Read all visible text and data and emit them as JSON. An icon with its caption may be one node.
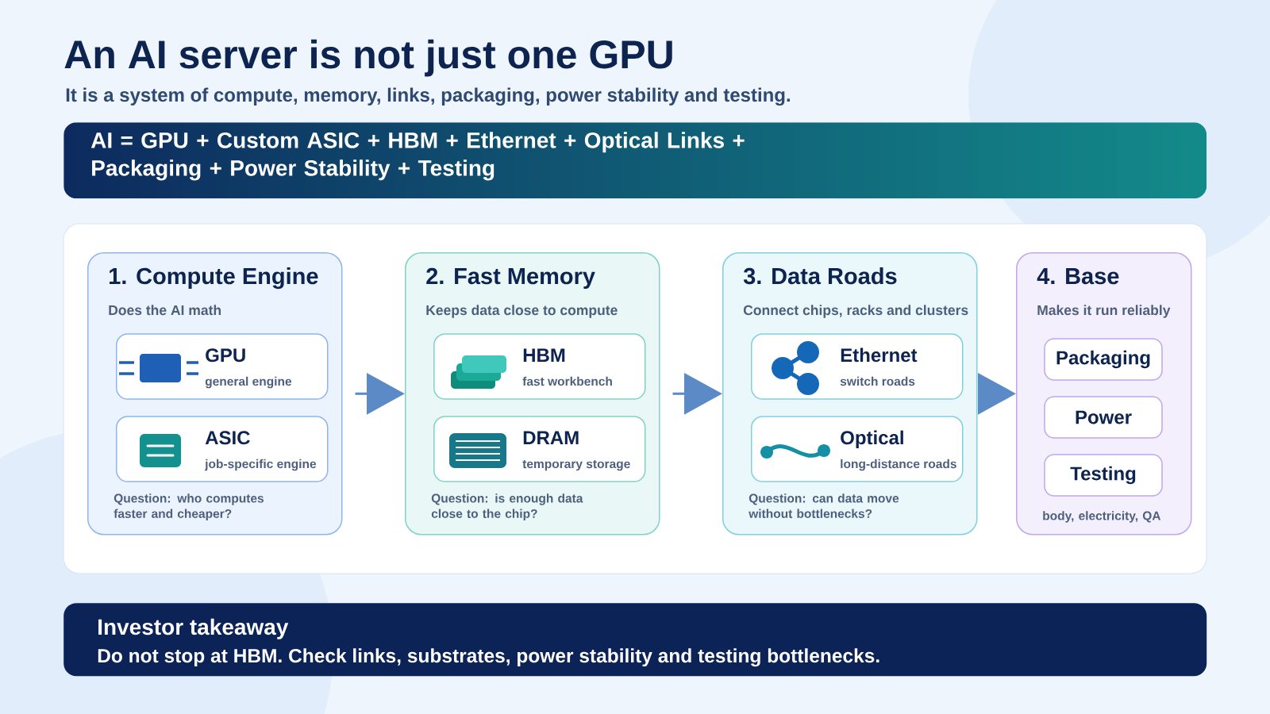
{
  "diagram": {
    "title": "An AI server is not just one GPU",
    "caption": "It is a system of compute, memory, links, packaging, power stability and testing.",
    "nodes": [
      {
        "text": [
          "AI = GPU + Custom ASIC + HBM + Ethernet + Optical Links + Packaging + Power Stability + Testing"
        ]
      },
      {
        "text": [
          "1. Compute Engine",
          "Does the AI math",
          "Question: who computes faster and cheaper?"
        ]
      },
      {
        "text": [
          "GPU",
          "general engine"
        ],
        "in": 1
      },
      {
        "text": [
          "ASIC",
          "job-specific engine"
        ],
        "in": 1
      },
      {
        "text": [
          "2. Fast Memory",
          "Keeps data close to compute",
          "Question: is enough data close to the chip?"
        ]
      },
      {
        "text": [
          "HBM",
          "fast workbench"
        ],
        "in": 4
      },
      {
        "text": [
          "DRAM",
          "temporary storage"
        ],
        "in": 4
      },
      {
        "text": [
          "3. Data Roads",
          "Connect chips, racks and clusters",
          "Question: can data move without bottlenecks?"
        ]
      },
      {
        "text": [
          "Ethernet",
          "switch roads"
        ],
        "in": 7
      },
      {
        "text": [
          "Optical",
          "long-distance roads"
        ],
        "in": 7
      },
      {
        "text": [
          "4. Base",
          "Makes it run reliably",
          "body, electricity, QA"
        ]
      },
      {
        "text": [
          "Packaging"
        ],
        "in": 10
      },
      {
        "text": [
          "Power"
        ],
        "in": 10
      },
      {
        "text": [
          "Testing"
        ],
        "in": 10
      },
      {
        "text": [
          "Investor takeaway",
          "Do not stop at HBM. Check links, substrates, power stability and testing bottlenecks."
        ]
      }
    ],
    "edges": [
      {
        "from": 1,
        "to": 4,
        "arrow": "to"
      },
      {
        "from": 4,
        "to": 7,
        "arrow": "to"
      },
      {
        "from": 7,
        "to": 10,
        "arrow": "to"
      }
    ]
  }
}
